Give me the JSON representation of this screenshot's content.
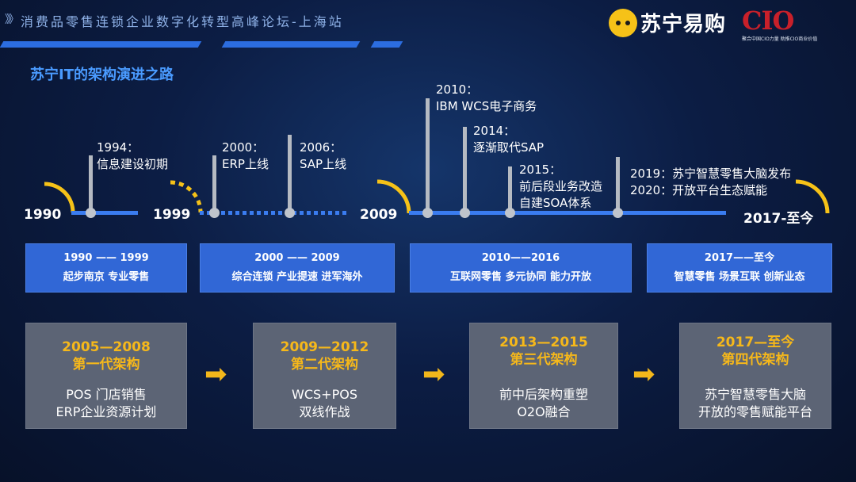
{
  "header": {
    "banner_title": "消费品零售连锁企业数字化转型高峰论坛-上海站",
    "banner_arrows": "》》",
    "suning_logo_text": "苏宁易购",
    "cio_logo_text": "CIO",
    "cio_logo_sub": "聚合中国CIO力量 助推CIO商业价值",
    "section_title": "苏宁IT的架构演进之路"
  },
  "timeline": {
    "years": [
      "1990",
      "1999",
      "2009",
      "2017-至今"
    ],
    "events": [
      {
        "line1": "1994：",
        "line2": "信息建设初期"
      },
      {
        "line1": "2000：",
        "line2": "ERP上线"
      },
      {
        "line1": "2006：",
        "line2": "SAP上线"
      },
      {
        "line1": "2010：",
        "line2": "IBM WCS电子商务"
      },
      {
        "line1": "2014：",
        "line2": "逐渐取代SAP"
      },
      {
        "line1": "2015：",
        "line2": "前后段业务改造",
        "line3": "自建SOA体系"
      },
      {
        "line1": "2019：苏宁智慧零售大脑发布",
        "line2": "2020：开放平台生态赋能"
      }
    ]
  },
  "phases": [
    {
      "period": "1990 —— 1999",
      "desc": "起步南京 专业零售"
    },
    {
      "period": "2000 —— 2009",
      "desc": "综合连锁 产业提速 进军海外"
    },
    {
      "period": "2010——2016",
      "desc": "互联网零售 多元协同 能力开放"
    },
    {
      "period": "2017——至今",
      "desc": "智慧零售  场景互联 创新业态"
    }
  ],
  "generations": [
    {
      "years": "2005—2008",
      "name": "第一代架构",
      "line1": "POS 门店销售",
      "line2": "ERP企业资源计划"
    },
    {
      "years": "2009—2012",
      "name": "第二代架构",
      "line1": "WCS+POS",
      "line2": "双线作战"
    },
    {
      "years": "2013—2015",
      "name": "第三代架构",
      "line1": "前中后架构重塑",
      "line2": "O2O融合"
    },
    {
      "years": "2017—至今",
      "name": "第四代架构",
      "line1": "苏宁智慧零售大脑",
      "line2": "开放的零售赋能平台"
    }
  ],
  "arrow_glyph": "➡",
  "colors": {
    "accent_blue": "#3167d6",
    "gold": "#f6b81a",
    "title_blue": "#4a9bff",
    "logo_yellow": "#f6c218",
    "cio_red": "#c8202a"
  }
}
